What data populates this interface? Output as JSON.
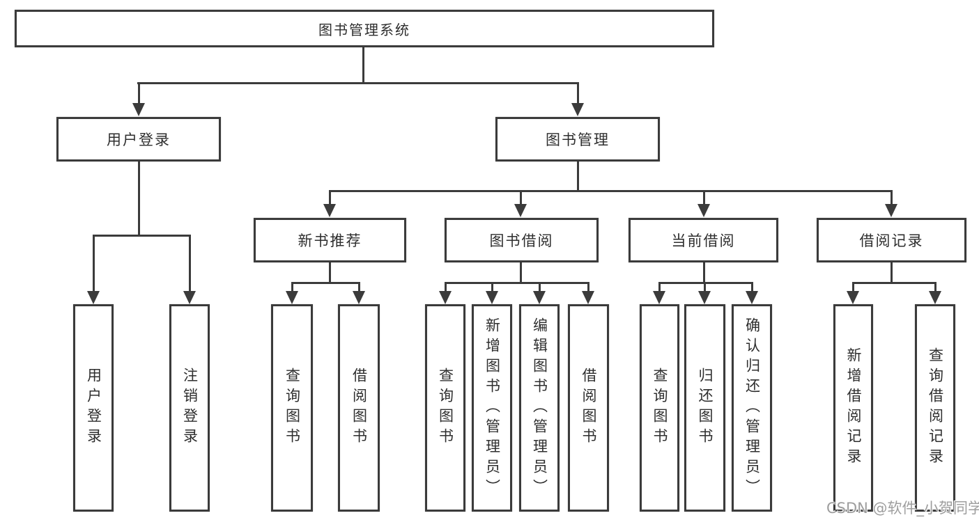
{
  "tree": {
    "label": "图书管理系统",
    "children": [
      {
        "label": "用户登录",
        "children": [
          {
            "label": "用户登录"
          },
          {
            "label": "注销登录"
          }
        ]
      },
      {
        "label": "图书管理",
        "children": [
          {
            "label": "新书推荐",
            "children": [
              {
                "label": "查询图书"
              },
              {
                "label": "借阅图书"
              }
            ]
          },
          {
            "label": "图书借阅",
            "children": [
              {
                "label": "查询图书"
              },
              {
                "label": "新增图书（管理员）"
              },
              {
                "label": "编辑图书（管理员）"
              },
              {
                "label": "借阅图书"
              }
            ]
          },
          {
            "label": "当前借阅",
            "children": [
              {
                "label": "查询图书"
              },
              {
                "label": "归还图书"
              },
              {
                "label": "确认归还（管理员）"
              }
            ]
          },
          {
            "label": "借阅记录",
            "children": [
              {
                "label": "新增借阅记录"
              },
              {
                "label": "查询借阅记录"
              }
            ]
          }
        ]
      }
    ]
  },
  "watermark": {
    "text": "CSDN @软件_小贺同学"
  },
  "colors": {
    "line": "#3b3b3b",
    "text": "#2e2e2e",
    "background": "#ffffff",
    "watermark": "#9e9e9e"
  }
}
